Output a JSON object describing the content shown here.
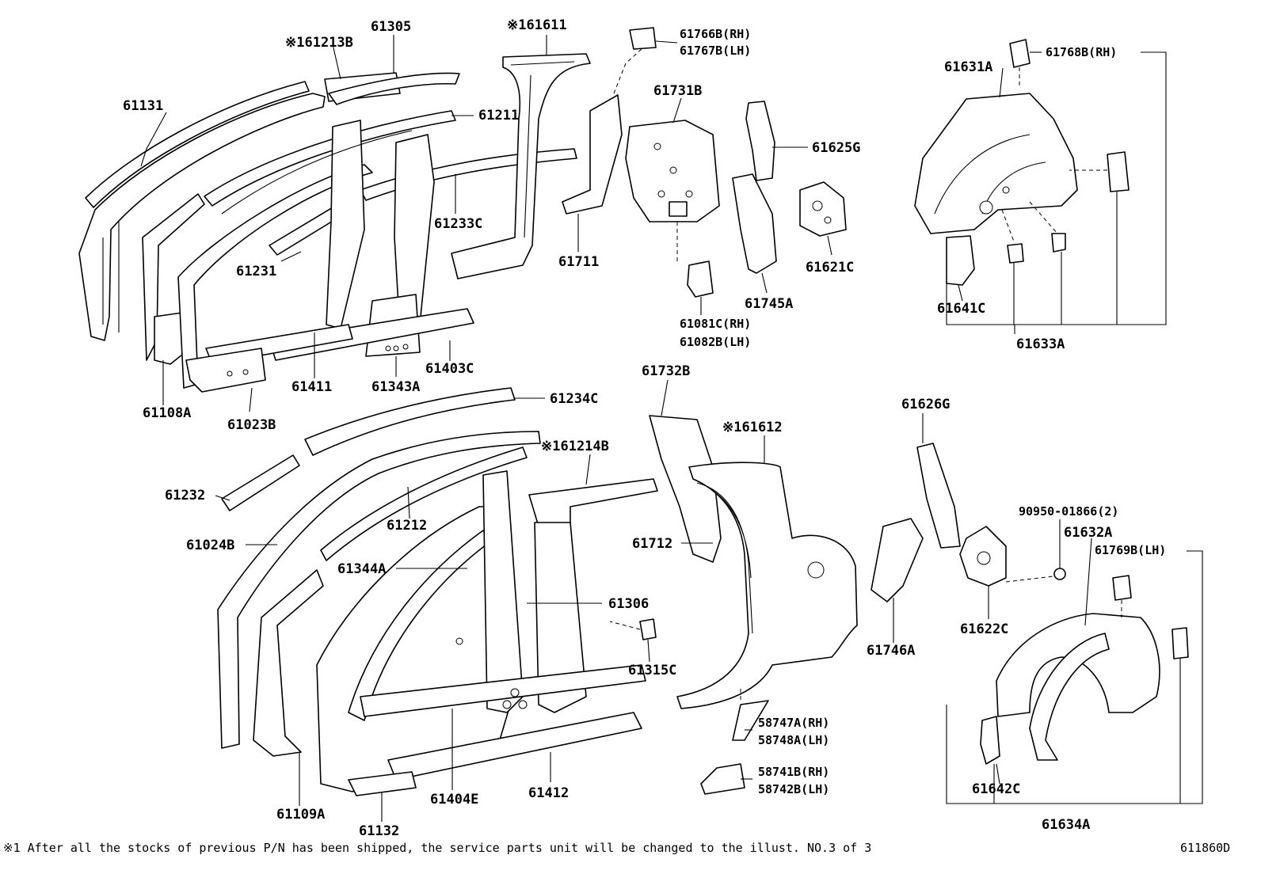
{
  "diagram": {
    "callouts": {
      "p61131": "61131",
      "p161213b": "※161213B",
      "p61305": "61305",
      "p161611": "※161611",
      "p61766b": "61766B(RH)",
      "p61767b": "61767B(LH)",
      "p61211": "61211",
      "p61731b": "61731B",
      "p61625g": "61625G",
      "p61233c": "61233C",
      "p61711": "61711",
      "p61231": "61231",
      "p61621c": "61621C",
      "p61745a": "61745A",
      "p61081c": "61081C(RH)",
      "p61082b": "61082B(LH)",
      "p61411": "61411",
      "p61343a": "61343A",
      "p61403c": "61403C",
      "p61108a": "61108A",
      "p61023b": "61023B",
      "p61631a": "61631A",
      "p61768b": "61768B(RH)",
      "p61641c": "61641C",
      "p61633a": "61633A",
      "p61732b": "61732B",
      "p61234c": "61234C",
      "p161612": "※161612",
      "p161214b": "※161214B",
      "p61626g": "61626G",
      "p61232": "61232",
      "p61212": "61212",
      "p61024b": "61024B",
      "p61712": "61712",
      "p90950": "90950-01866(2)",
      "p61632a": "61632A",
      "p61769b": "61769B(LH)",
      "p61344a": "61344A",
      "p61306": "61306",
      "p61315c": "61315C",
      "p61746a": "61746A",
      "p61622c": "61622C",
      "p58747a": "58747A(RH)",
      "p58748a": "58748A(LH)",
      "p58741b": "58741B(RH)",
      "p58742b": "58742B(LH)",
      "p61109a": "61109A",
      "p61404e": "61404E",
      "p61412": "61412",
      "p61132": "61132",
      "p61642c": "61642C",
      "p61634a": "61634A"
    },
    "footnote": "※1 After all the stocks of previous P/N has been shipped, the service parts unit will be changed to the illust. NO.3 of 3",
    "figure_code": "611860D"
  }
}
